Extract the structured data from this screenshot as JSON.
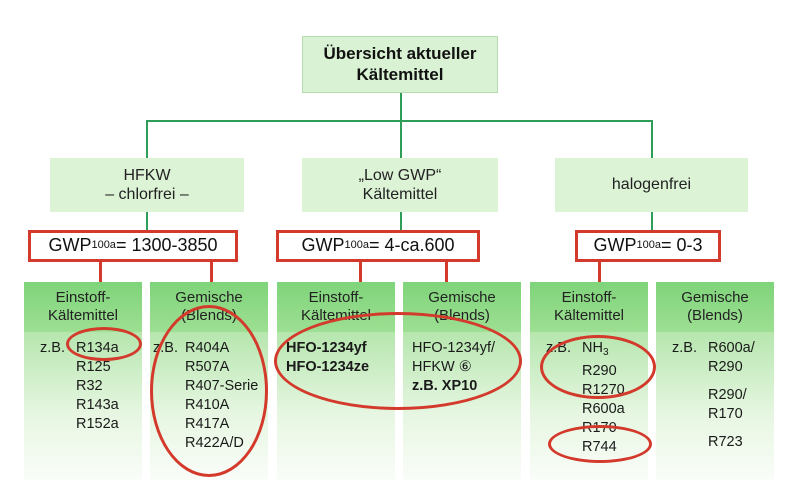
{
  "root": {
    "line1": "Übersicht aktueller",
    "line2": "Kältemittel"
  },
  "categories": [
    {
      "line1": "HFKW",
      "line2": "– chlorfrei –",
      "gwp_label": "GWP",
      "gwp_sub": "100a",
      "gwp_value": "= 1300-3850"
    },
    {
      "line1": "„Low GWP“",
      "line2": "Kältemittel",
      "gwp_label": "GWP",
      "gwp_sub": "100a",
      "gwp_value": "= 4-ca.600"
    },
    {
      "line1": "halogenfrei",
      "line2": "",
      "gwp_label": "GWP",
      "gwp_sub": "100a",
      "gwp_value": "= 0-3"
    }
  ],
  "columns": [
    {
      "head1": "Einstoff-",
      "head2": "Kältemittel",
      "prefix": "z.B.",
      "items": [
        "R134a",
        "R125",
        "R32",
        "R143a",
        "R152a"
      ]
    },
    {
      "head1": "Gemische",
      "head2": "(Blends)",
      "prefix": "z.B.",
      "items": [
        "R404A",
        "R507A",
        "R407-Serie",
        "R410A",
        "R417A",
        "R422A/D"
      ]
    },
    {
      "head1": "Einstoff-",
      "head2": "Kältemittel",
      "prefix": "",
      "items": [
        "HFO-1234yf",
        "HFO-1234ze"
      ]
    },
    {
      "head1": "Gemische",
      "head2": "(Blends)",
      "prefix": "",
      "items": [
        "HFO-1234yf/",
        "HFKW ⑥",
        "z.B. XP10"
      ]
    },
    {
      "head1": "Einstoff-",
      "head2": "Kältemittel",
      "prefix": "z.B.",
      "items": [
        "NH",
        "R290",
        "R1270",
        "R600a",
        "R170",
        "R744"
      ],
      "nh3_sub": "3"
    },
    {
      "head1": "Gemische",
      "head2": "(Blends)",
      "prefix": "z.B.",
      "items": [
        "R600a/",
        "R290",
        "R290/",
        "R170",
        "R723"
      ]
    }
  ],
  "colors": {
    "connector": "#2e9d5a",
    "highlight": "#d33a2c",
    "header_green": "#7fd47a",
    "box_green": "#dcf3d6"
  }
}
